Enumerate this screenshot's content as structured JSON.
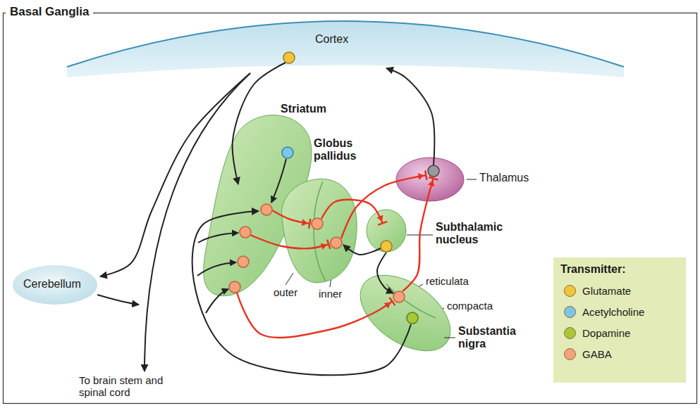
{
  "diagram": {
    "title": "Basal Ganglia",
    "nodes": [
      {
        "text": [
          "Cortex"
        ]
      },
      {
        "text": [
          "Striatum"
        ]
      },
      {
        "text": [
          "Globus pallidus"
        ]
      },
      {
        "text": [
          "Thalamus"
        ]
      },
      {
        "text": [
          "Subthalamic nucleus"
        ]
      },
      {
        "text": [
          "Substantia nigra"
        ]
      },
      {
        "text": [
          "Cerebellum"
        ]
      }
    ],
    "edges": [
      {
        "from": 0,
        "to": 1,
        "arrow": "to"
      },
      {
        "from": 1,
        "to": 2,
        "arrow": "to"
      },
      {
        "from": 1,
        "to": 2,
        "arrow": "to"
      },
      {
        "from": 1,
        "to": 5,
        "arrow": "to"
      },
      {
        "from": 5,
        "to": 1,
        "arrow": "to"
      },
      {
        "from": 2,
        "to": 4,
        "arrow": "to"
      },
      {
        "from": 4,
        "to": 2,
        "arrow": "to"
      },
      {
        "from": 4,
        "to": 5,
        "arrow": "to"
      },
      {
        "from": 2,
        "to": 3,
        "arrow": "to"
      },
      {
        "from": 5,
        "to": 3,
        "arrow": "to"
      },
      {
        "from": 3,
        "to": 0,
        "arrow": "to"
      },
      {
        "from": 0,
        "to": 6,
        "arrow": "to"
      }
    ],
    "labels": [
      "outer",
      "inner",
      "reticulata",
      "compacta",
      "Transmitter:",
      "To brain stem and spinal cord"
    ],
    "legend": [
      {
        "text": "Glutamate",
        "color": "#f2c43a"
      },
      {
        "text": "Acetylcholine",
        "color": "#7cc6e6"
      },
      {
        "text": "Dopamine",
        "color": "#a8c838"
      },
      {
        "text": "GABA",
        "color": "#f5a27a"
      }
    ]
  }
}
